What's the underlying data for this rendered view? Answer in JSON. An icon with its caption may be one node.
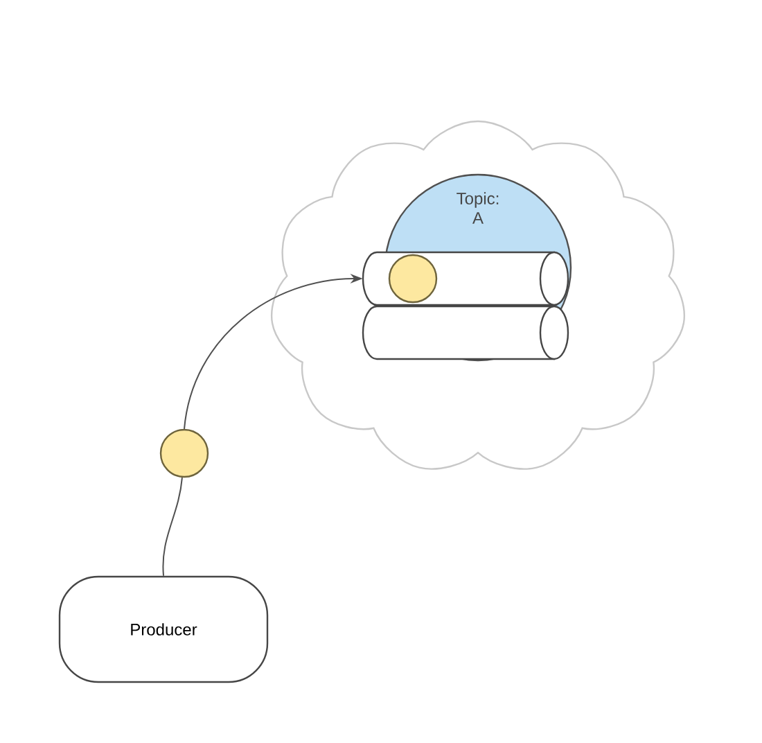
{
  "diagram": {
    "nodes": [
      {
        "text": [],
        "shape": "cloud"
      },
      {
        "text": [
          "Topic: A"
        ],
        "in": 0
      },
      {
        "text": [],
        "shape": "cylinder",
        "in": 0
      },
      {
        "text": [],
        "shape": "cylinder",
        "in": 0
      },
      {
        "text": [],
        "shape": "circle",
        "in": 2
      },
      {
        "text": [
          "Producer"
        ]
      },
      {
        "text": [],
        "shape": "circle"
      }
    ],
    "edges": [
      {
        "from": 5,
        "to": 6,
        "arrow": "none"
      },
      {
        "from": 6,
        "to": 2,
        "arrow": "to"
      }
    ]
  }
}
